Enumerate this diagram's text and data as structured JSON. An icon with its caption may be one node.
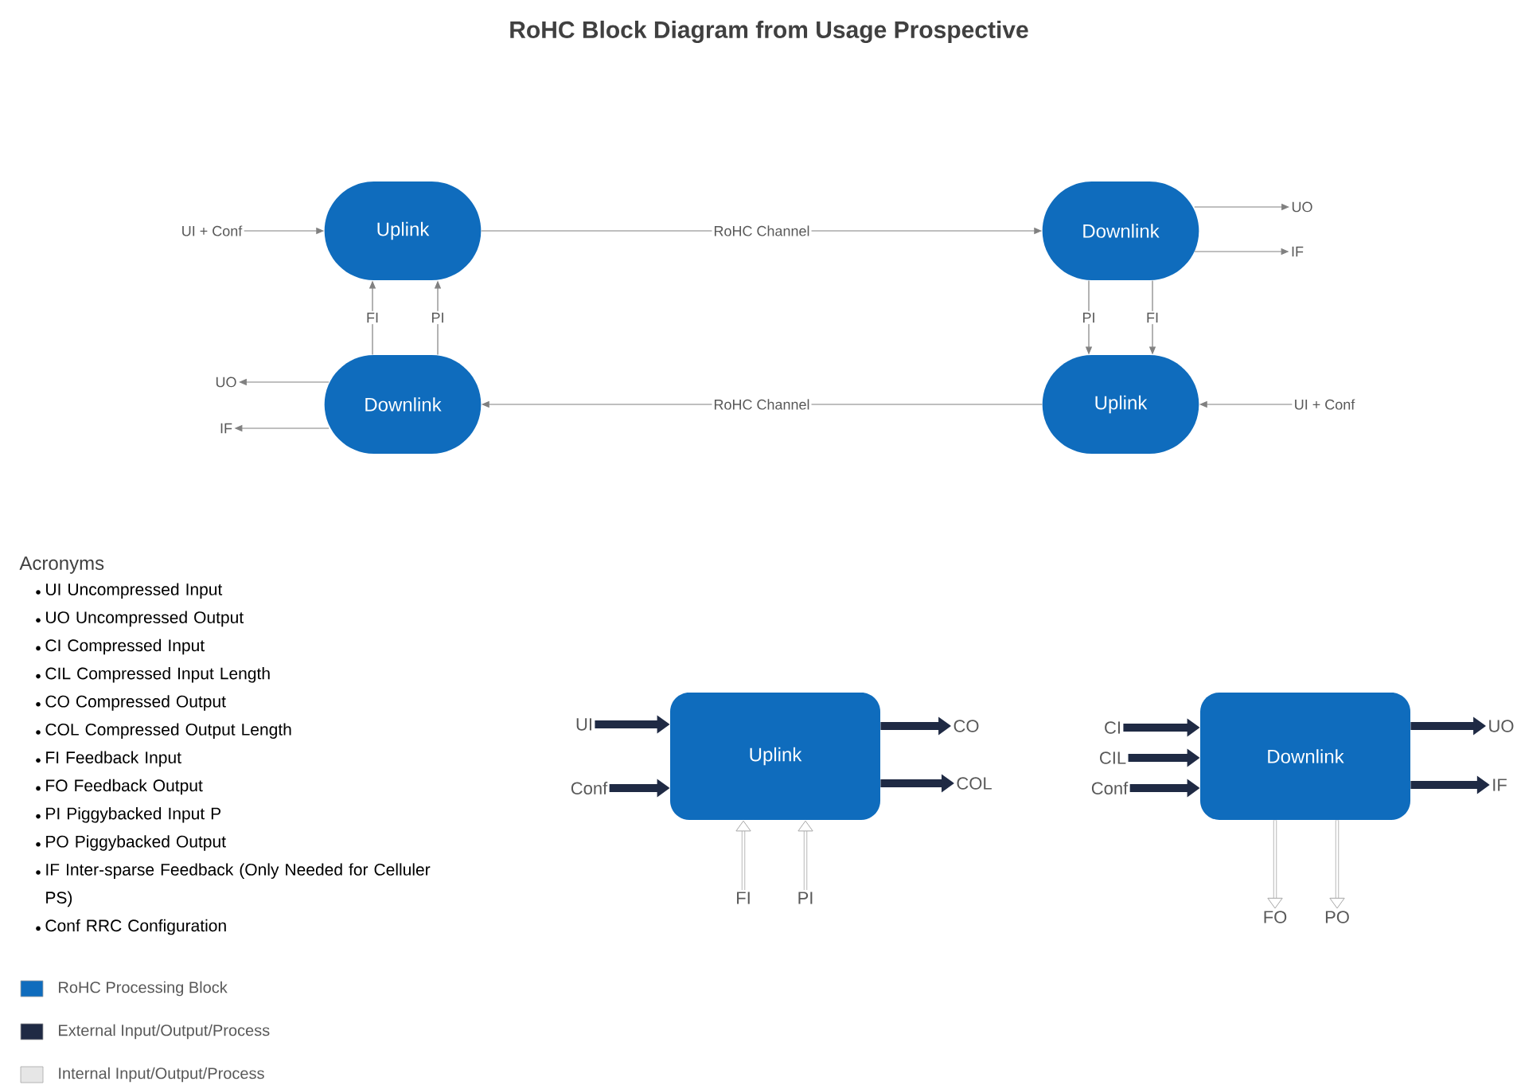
{
  "diagram": {
    "title": "RoHC Block Diagram from Usage Prospective",
    "nodes": [
      {
        "text": [
          "Uplink"
        ]
      },
      {
        "text": [
          "Downlink"
        ]
      },
      {
        "text": [
          "Downlink"
        ]
      },
      {
        "text": [
          "Uplink"
        ]
      },
      {
        "text": [
          "UI + Conf"
        ]
      },
      {
        "text": [
          "UO"
        ]
      },
      {
        "text": [
          "IF"
        ]
      },
      {
        "text": [
          "UO"
        ]
      },
      {
        "text": [
          "IF"
        ]
      },
      {
        "text": [
          "UI + Conf"
        ]
      },
      {
        "text": [
          "Uplink"
        ]
      },
      {
        "text": [
          "Downlink"
        ]
      },
      {
        "text": [
          "UI"
        ]
      },
      {
        "text": [
          "Conf"
        ]
      },
      {
        "text": [
          "CO"
        ]
      },
      {
        "text": [
          "COL"
        ]
      },
      {
        "text": [
          "FI"
        ]
      },
      {
        "text": [
          "PI"
        ]
      },
      {
        "text": [
          "CI"
        ]
      },
      {
        "text": [
          "CIL"
        ]
      },
      {
        "text": [
          "Conf"
        ]
      },
      {
        "text": [
          "UO"
        ]
      },
      {
        "text": [
          "IF"
        ]
      },
      {
        "text": [
          "FO"
        ]
      },
      {
        "text": [
          "PO"
        ]
      }
    ],
    "edges": [
      {
        "from": 4,
        "to": 0,
        "arrow": "to"
      },
      {
        "from": 0,
        "to": 1,
        "arrow": "to",
        "label": "RoHC Channel"
      },
      {
        "from": 1,
        "to": 5,
        "arrow": "to"
      },
      {
        "from": 1,
        "to": 6,
        "arrow": "to"
      },
      {
        "from": 2,
        "to": 0,
        "arrow": "to",
        "label": "FI"
      },
      {
        "from": 2,
        "to": 0,
        "arrow": "to",
        "label": "PI"
      },
      {
        "from": 1,
        "to": 3,
        "arrow": "to",
        "label": "PI"
      },
      {
        "from": 1,
        "to": 3,
        "arrow": "to",
        "label": "FI"
      },
      {
        "from": 3,
        "to": 2,
        "arrow": "to",
        "label": "RoHC Channel"
      },
      {
        "from": 2,
        "to": 7,
        "arrow": "to"
      },
      {
        "from": 2,
        "to": 8,
        "arrow": "to"
      },
      {
        "from": 9,
        "to": 3,
        "arrow": "to"
      },
      {
        "from": 12,
        "to": 10,
        "arrow": "to",
        "style": "thick",
        "color": "#1f2a44"
      },
      {
        "from": 13,
        "to": 10,
        "arrow": "to",
        "style": "thick",
        "color": "#1f2a44"
      },
      {
        "from": 10,
        "to": 14,
        "arrow": "to",
        "style": "thick",
        "color": "#1f2a44"
      },
      {
        "from": 10,
        "to": 15,
        "arrow": "to",
        "style": "thick",
        "color": "#1f2a44"
      },
      {
        "from": 16,
        "to": 10,
        "arrow": "to",
        "color": "#a6a6a6"
      },
      {
        "from": 17,
        "to": 10,
        "arrow": "to",
        "color": "#a6a6a6"
      },
      {
        "from": 18,
        "to": 11,
        "arrow": "to",
        "style": "thick",
        "color": "#1f2a44"
      },
      {
        "from": 19,
        "to": 11,
        "arrow": "to",
        "style": "thick",
        "color": "#1f2a44"
      },
      {
        "from": 20,
        "to": 11,
        "arrow": "to",
        "style": "thick",
        "color": "#1f2a44"
      },
      {
        "from": 11,
        "to": 21,
        "arrow": "to",
        "style": "thick",
        "color": "#1f2a44"
      },
      {
        "from": 11,
        "to": 22,
        "arrow": "to",
        "style": "thick",
        "color": "#1f2a44"
      },
      {
        "from": 11,
        "to": 23,
        "arrow": "to",
        "color": "#a6a6a6"
      },
      {
        "from": 11,
        "to": 24,
        "arrow": "to",
        "color": "#a6a6a6"
      }
    ],
    "labels": [
      "Acronyms",
      "UI Uncompressed Input",
      "UO Uncompressed Output",
      "CI Compressed Input",
      "CIL Compressed Input Length",
      "CO Compressed Output",
      "COL Compressed Output Length",
      "FI Feedback Input",
      "FO Feedback Output",
      "PI Piggybacked Input P",
      "PO Piggybacked Output",
      "IF Inter-sparse Feedback (Only Needed for Celluler PS)",
      "Conf RRC Configuration"
    ],
    "legend": [
      {
        "text": "RoHC Processing Block",
        "color": "#0f6cbd"
      },
      {
        "text": "External Input/Output/Process",
        "color": "#1f2a44"
      },
      {
        "text": "Internal Input/Output/Process",
        "color": "#e6e6e6"
      }
    ]
  }
}
